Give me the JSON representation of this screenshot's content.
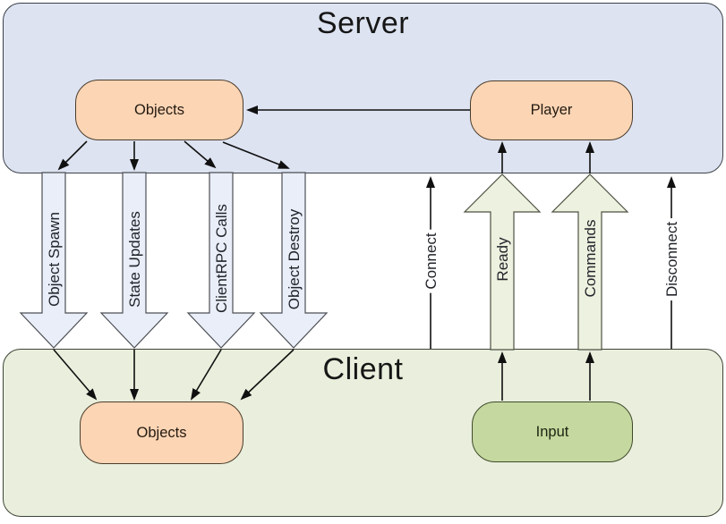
{
  "diagram": {
    "server": {
      "title": "Server",
      "objects_label": "Objects",
      "player_label": "Player"
    },
    "client": {
      "title": "Client",
      "objects_label": "Objects",
      "input_label": "Input"
    },
    "flows": {
      "down": [
        {
          "label": "Object Spawn"
        },
        {
          "label": "State Updates"
        },
        {
          "label": "ClientRPC Calls"
        },
        {
          "label": "Object Destroy"
        }
      ],
      "up": [
        {
          "label": "Ready"
        },
        {
          "label": "Commands"
        }
      ],
      "lines": [
        {
          "label": "Connect"
        },
        {
          "label": "Disconnect"
        }
      ]
    },
    "colors": {
      "server_panel_fill": "#dde3f1",
      "client_panel_fill": "#e9efdc",
      "node_fill": "#fcd5b5",
      "input_fill": "#c5d89f",
      "down_arrow_fill": "#e9eef8",
      "up_arrow_fill": "#edf1df",
      "connector": "#101010"
    }
  }
}
